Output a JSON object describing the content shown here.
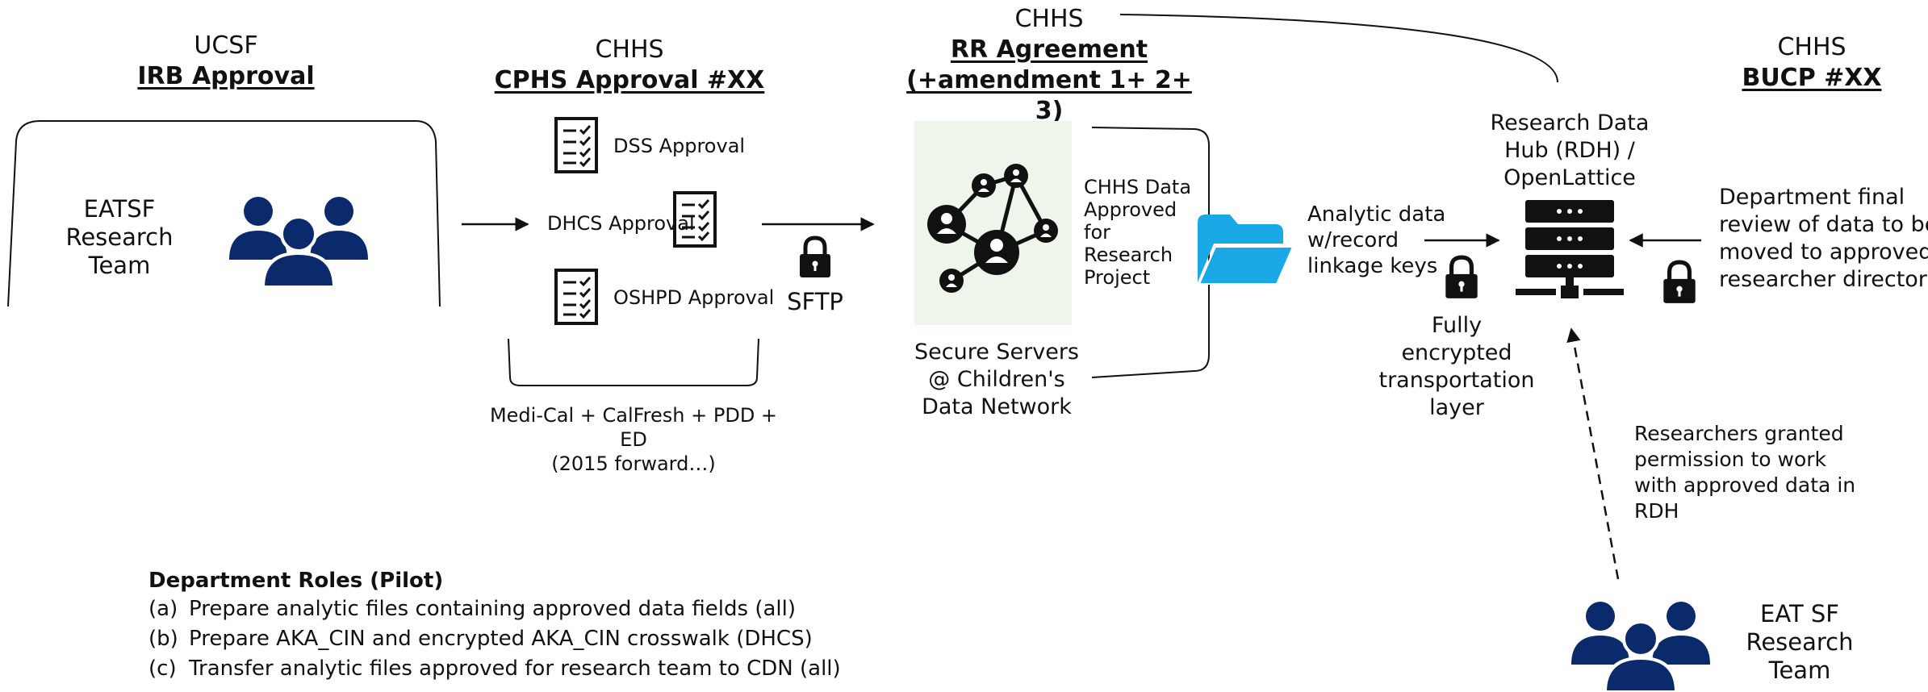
{
  "ucsf": {
    "org": "UCSF",
    "approval": "IRB Approval"
  },
  "eatsf_team": {
    "lines": [
      "EATSF",
      "Research",
      "Team"
    ]
  },
  "cphs": {
    "org": "CHHS",
    "approval": "CPHS Approval #XX"
  },
  "approvals": {
    "dss": "DSS Approval",
    "dhcs": "DHCS Approval",
    "oshpd": "OSHPD Approval"
  },
  "data_sources": {
    "line1": "Medi-Cal + CalFresh + PDD + ED",
    "line2": "(2015 forward…)"
  },
  "sftp": {
    "label": "SFTP"
  },
  "rr": {
    "org": "CHHS",
    "agreement": "RR Agreement",
    "amendment": "(+amendment 1+ 2+ 3)"
  },
  "chhs_data": {
    "lines": [
      "CHHS Data",
      "Approved",
      "for",
      "Research",
      "Project"
    ]
  },
  "secure_servers": {
    "lines": [
      "Secure Servers",
      "@ Children's",
      "Data Network"
    ]
  },
  "analytic": {
    "lines": [
      "Analytic data",
      "w/record",
      "linkage keys"
    ]
  },
  "encrypted": {
    "lines": [
      "Fully",
      "encrypted",
      "transportation",
      "layer"
    ]
  },
  "rdh": {
    "lines": [
      "Research Data",
      "Hub (RDH) /",
      "OpenLattice"
    ]
  },
  "bucp": {
    "org": "CHHS",
    "label": "BUCP #XX"
  },
  "dept_review": {
    "lines": [
      "Department final",
      "review of data to be",
      "moved to approved",
      "researcher directory"
    ]
  },
  "researchers_granted": {
    "lines": [
      "Researchers granted",
      "permission to work",
      "with approved data in",
      "RDH"
    ]
  },
  "eat_sf_team": {
    "lines": [
      "EAT SF",
      "Research",
      "Team"
    ]
  },
  "roles": {
    "title": "Department Roles (Pilot)",
    "items": [
      {
        "key": "(a)",
        "text": "Prepare analytic files containing approved data fields (all)"
      },
      {
        "key": "(b)",
        "text": "Prepare AKA_CIN and encrypted AKA_CIN crosswalk (DHCS)"
      },
      {
        "key": "(c)",
        "text": "Transfer analytic files approved for research team to CDN (all)"
      }
    ]
  },
  "colors": {
    "navy": "#0b2a6b",
    "folder": "#1aa9e6",
    "network_bg": "#eef6ec",
    "line": "#111111"
  }
}
